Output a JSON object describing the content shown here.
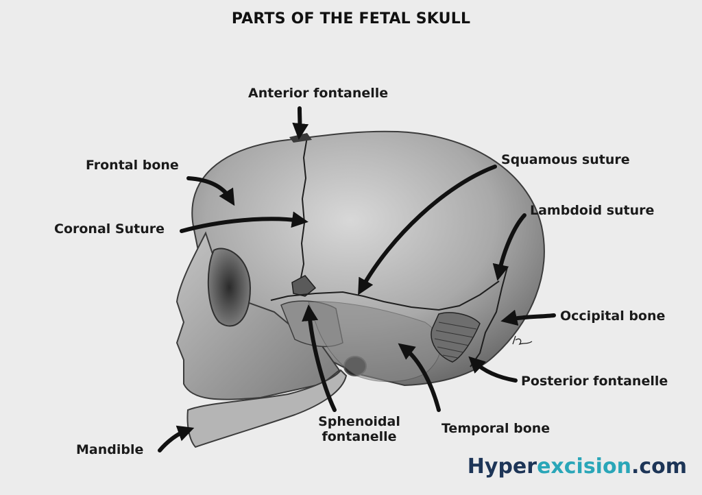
{
  "title": "PARTS OF THE FETAL SKULL",
  "labels": {
    "anterior_fontanelle": "Anterior fontanelle",
    "frontal_bone": "Frontal bone",
    "coronal_suture": "Coronal Suture",
    "squamous_suture": "Squamous suture",
    "lambdoid_suture": "Lambdoid suture",
    "occipital_bone": "Occipital bone",
    "posterior_fontanelle": "Posterior fontanelle",
    "sphenoidal_fontanelle_line1": "Sphenoidal",
    "sphenoidal_fontanelle_line2": "fontanelle",
    "temporal_bone": "Temporal bone",
    "mandible": "Mandible"
  },
  "brand": {
    "part1": "Hyper",
    "part2": "excision",
    "part3": ".com"
  },
  "colors": {
    "background": "#ececec",
    "skull_light": "#cfcfcf",
    "skull_dark": "#3a3a3a",
    "brand_dark": "#1d3557",
    "brand_teal": "#2aa6b8"
  }
}
